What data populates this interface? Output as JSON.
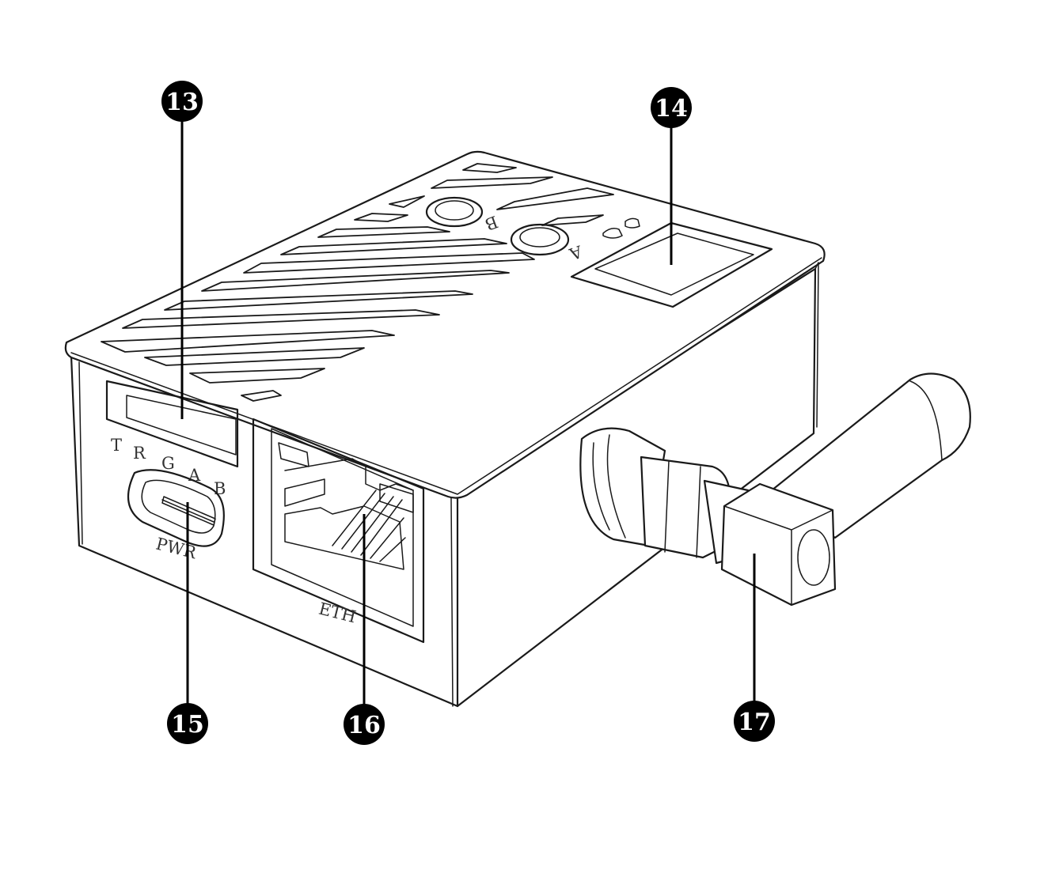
{
  "port_labels": {
    "led_t": "T",
    "led_r": "R",
    "led_g": "G",
    "led_a": "A",
    "led_b": "B",
    "power": "PWR",
    "ethernet": "ETH",
    "button_a": "A",
    "button_b": "B"
  },
  "callouts": [
    {
      "id": "13",
      "label": "13"
    },
    {
      "id": "14",
      "label": "14"
    },
    {
      "id": "15",
      "label": "15"
    },
    {
      "id": "16",
      "label": "16"
    },
    {
      "id": "17",
      "label": "17"
    }
  ]
}
